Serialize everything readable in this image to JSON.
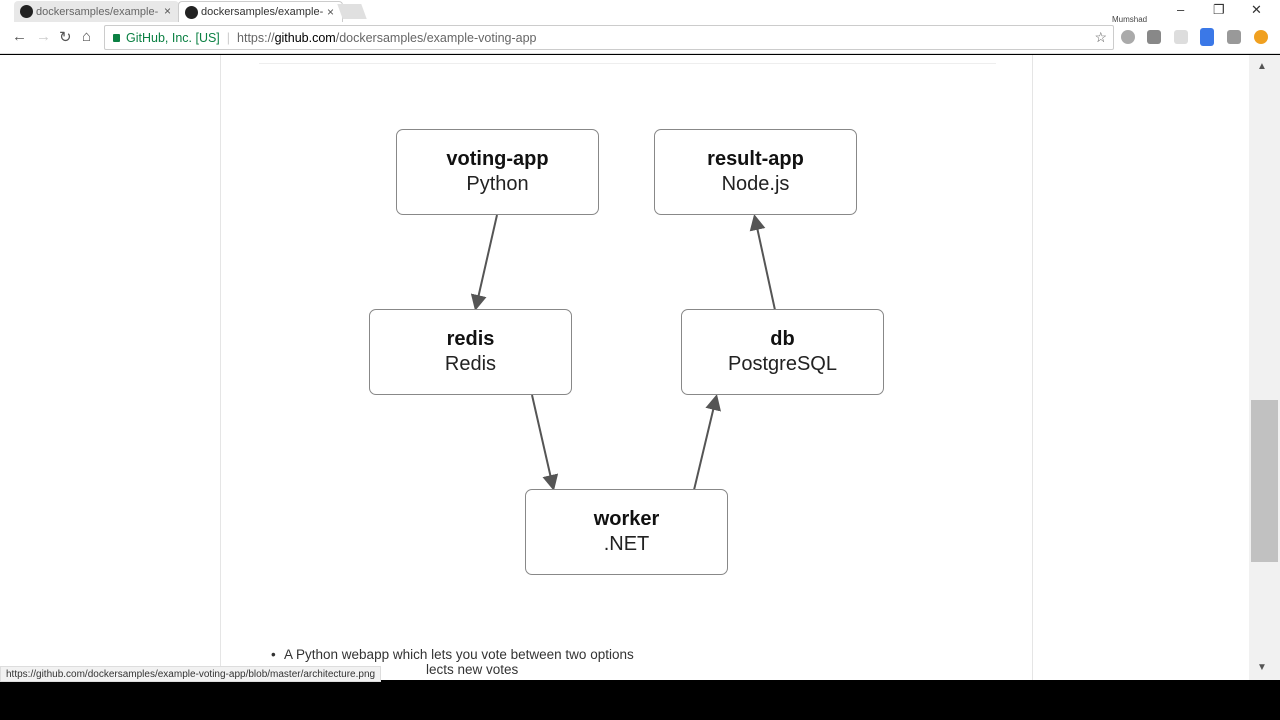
{
  "browser": {
    "tabs": [
      {
        "title": "dockersamples/example-",
        "active": false
      },
      {
        "title": "dockersamples/example-",
        "active": true
      }
    ],
    "profile": "Mumshad",
    "address": {
      "security_label": "GitHub, Inc. [US]",
      "scheme": "https://",
      "host": "github.com",
      "path": "/dockersamples/example-voting-app"
    },
    "status_url": "https://github.com/dockersamples/example-voting-app/blob/master/architecture.png"
  },
  "diagram": {
    "nodes": [
      {
        "name": "voting-app",
        "tech": "Python"
      },
      {
        "name": "result-app",
        "tech": "Node.js"
      },
      {
        "name": "redis",
        "tech": "Redis"
      },
      {
        "name": "db",
        "tech": "PostgreSQL"
      },
      {
        "name": "worker",
        "tech": ".NET"
      }
    ],
    "edges": [
      [
        "voting-app",
        "redis"
      ],
      [
        "redis",
        "worker"
      ],
      [
        "worker",
        "db"
      ],
      [
        "db",
        "result-app"
      ]
    ]
  },
  "bullets": [
    "A Python webapp which lets you vote between two options",
    "lects new votes"
  ]
}
